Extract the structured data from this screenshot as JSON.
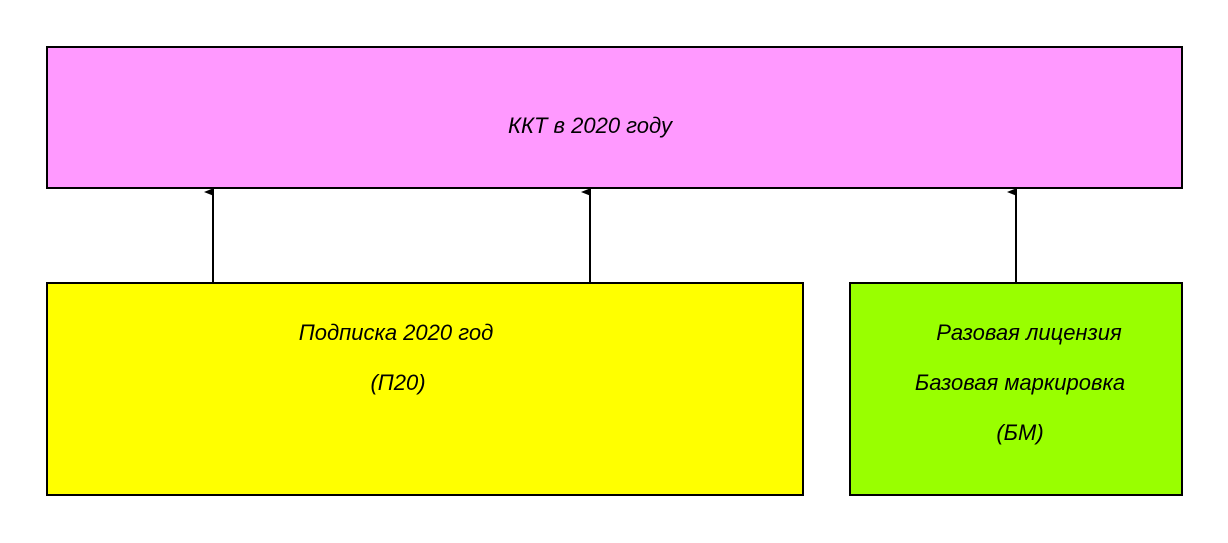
{
  "nodes": {
    "top": {
      "title": "ККТ в 2020 году",
      "fill": "#ff99ff"
    },
    "left": {
      "line1": "Подписка 2020 год",
      "line2": "(П20)",
      "fill": "#ffff00"
    },
    "right": {
      "line1": "Разовая лицензия",
      "line2": "Базовая маркировка",
      "line3": "(БМ)",
      "fill": "#99ff00"
    }
  },
  "edges": [
    {
      "from": "left",
      "to": "top"
    },
    {
      "from": "left",
      "to": "top"
    },
    {
      "from": "right",
      "to": "top"
    }
  ]
}
